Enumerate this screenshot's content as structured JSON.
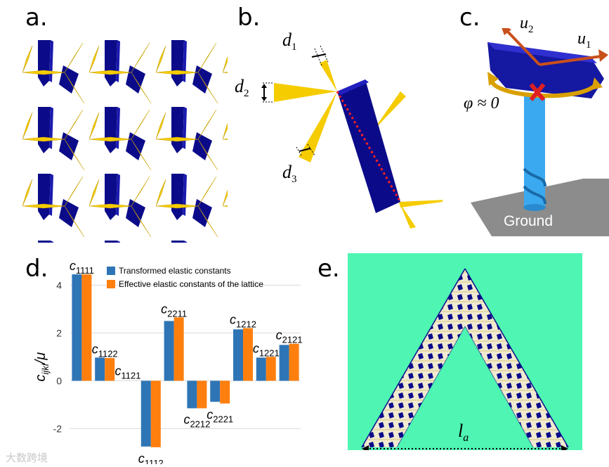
{
  "labels": {
    "a": "a.",
    "b": "b.",
    "c": "c.",
    "d": "d.",
    "e": "e."
  },
  "panel_b": {
    "d1_base": "d",
    "d1_sub": "1",
    "d2_base": "d",
    "d2_sub": "2",
    "d3_base": "d",
    "d3_sub": "3"
  },
  "panel_c": {
    "u2_base": "u",
    "u2_sub": "2",
    "u1_base": "u",
    "u1_sub": "1",
    "phi": "φ ≈ 0",
    "ground": "Ground"
  },
  "panel_e": {
    "la_base": "l",
    "la_sub": "a"
  },
  "colors": {
    "navy": "#0b0b8a",
    "yellow": "#f5cc00",
    "blue_bar": "#2e75b6",
    "orange_bar": "#ff7f0e",
    "mint": "#4ef5b3",
    "grey_ground": "#8c8c8c",
    "cyan_post": "#3aa9f0"
  },
  "watermark": "大数跨境",
  "chart_data": {
    "type": "bar",
    "categories": [
      "c1111",
      "c1122",
      "c1121",
      "c1112",
      "c2211",
      "c2212",
      "c2221",
      "c1212",
      "c1221",
      "c2121"
    ],
    "category_labels": [
      {
        "base": "c",
        "sub": "1111"
      },
      {
        "base": "c",
        "sub": "1122"
      },
      {
        "base": "c",
        "sub": "1121"
      },
      {
        "base": "c",
        "sub": "1112"
      },
      {
        "base": "c",
        "sub": "2211"
      },
      {
        "base": "c",
        "sub": "2212"
      },
      {
        "base": "c",
        "sub": "2221"
      },
      {
        "base": "c",
        "sub": "1212"
      },
      {
        "base": "c",
        "sub": "1221"
      },
      {
        "base": "c",
        "sub": "2121"
      }
    ],
    "series": [
      {
        "name": "Transformed elastic constants",
        "color": "#2e75b6",
        "values": [
          4.45,
          0.97,
          0.0,
          -2.75,
          2.5,
          -1.15,
          -0.88,
          2.15,
          0.97,
          1.5
        ]
      },
      {
        "name": "Effective elastic constants of the lattice",
        "color": "#ff7f0e",
        "values": [
          4.45,
          0.95,
          0.0,
          -2.78,
          2.65,
          -1.15,
          -0.95,
          2.2,
          1.0,
          1.55
        ]
      }
    ],
    "ylabel": {
      "base": "c",
      "sub": "ijkl",
      "tail": "/μ"
    },
    "yticks": [
      "4",
      "2",
      "0",
      "-2"
    ],
    "ytick_values": [
      4,
      2,
      0,
      -2
    ],
    "ylim": [
      -2.9,
      4.6
    ],
    "grid": true,
    "legend": "top-right"
  }
}
